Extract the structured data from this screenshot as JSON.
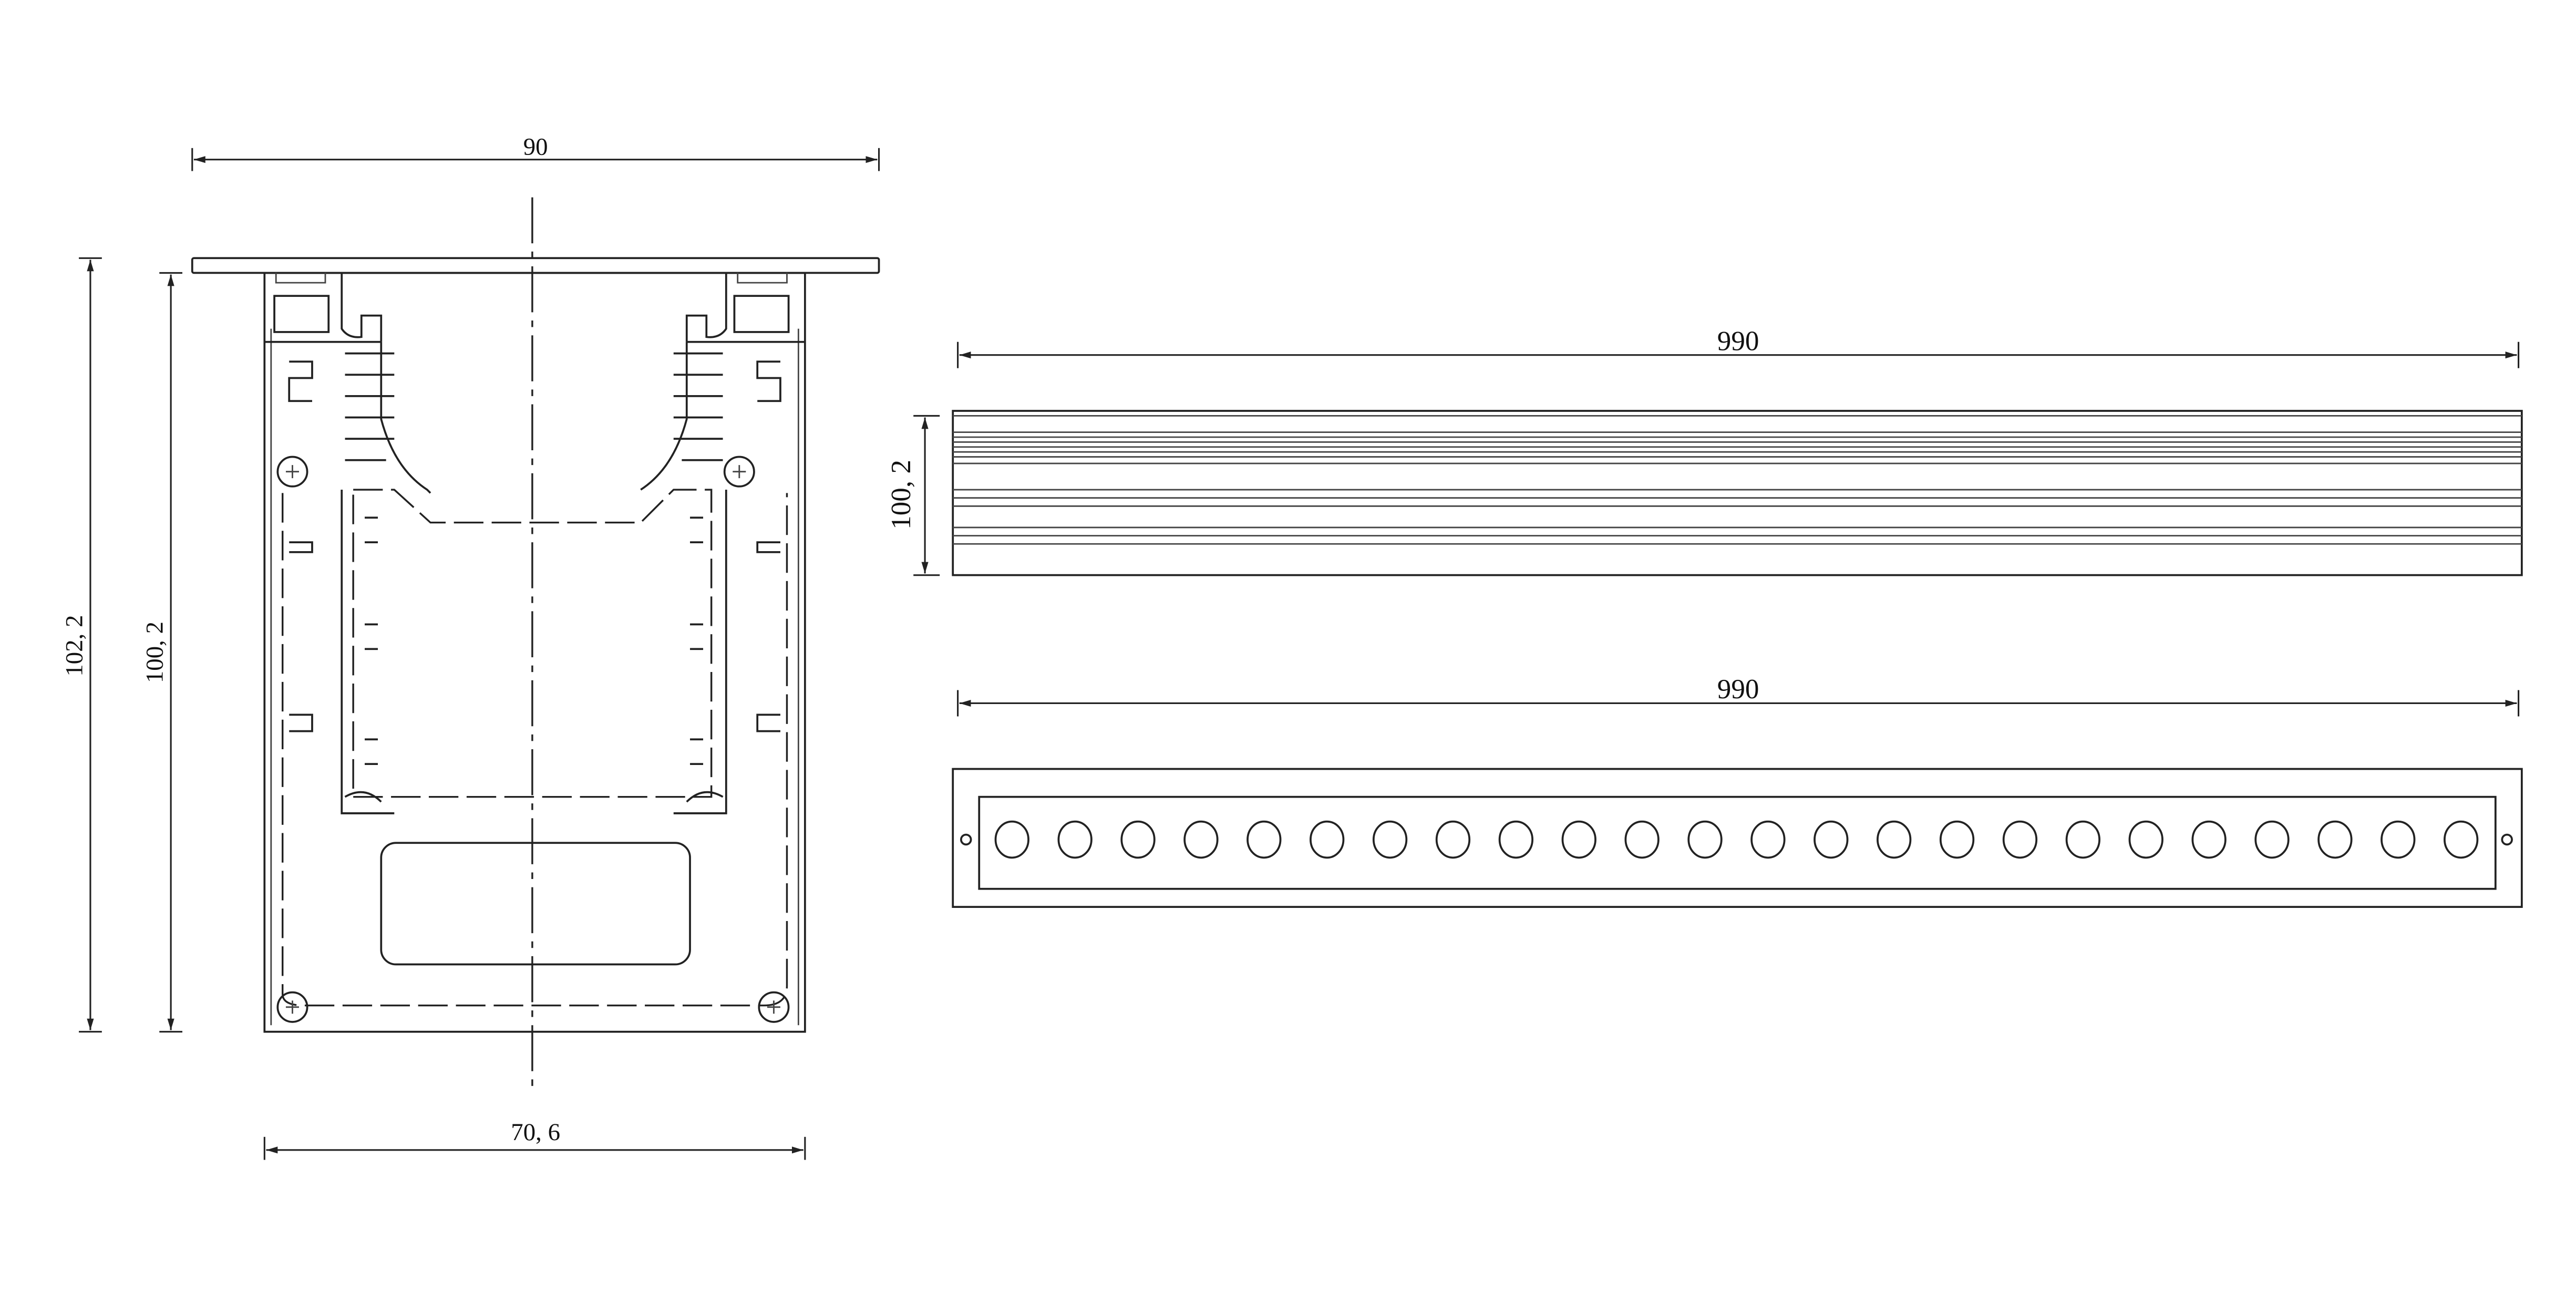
{
  "drawing": {
    "section_view": {
      "top_width_label": "90",
      "overall_height_label": "102, 2",
      "body_height_label": "100, 2",
      "bottom_width_label": "70, 6"
    },
    "side_view": {
      "length_label": "990",
      "height_label": "100, 2"
    },
    "front_view": {
      "length_label": "990",
      "led_count": 24
    },
    "colors": {
      "line": "#222222",
      "background": "#ffffff"
    }
  }
}
